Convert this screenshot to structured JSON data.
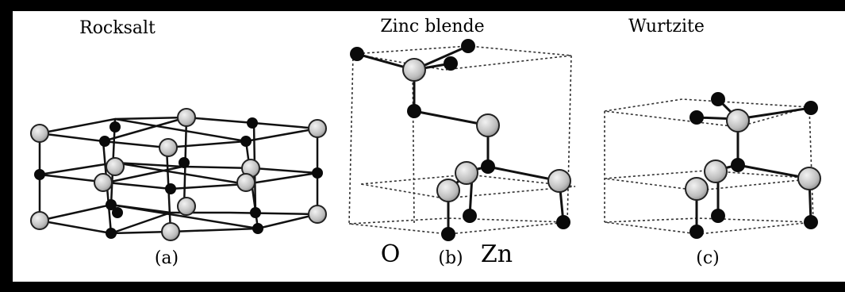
{
  "titles": {
    "rocksalt": "Rocksalt",
    "zinc_blende": "Zinc blende",
    "wurtzite": "Wurtzite"
  },
  "captions": {
    "a": "(a)",
    "b": "(b)",
    "c": "(c)"
  },
  "atom_labels": {
    "oxygen": "O",
    "zinc": "Zn"
  },
  "colors": {
    "border": "#000000",
    "bond": "#111111",
    "small_atom": "#0a0a0a",
    "large_atom_fill": "#cfcfcf",
    "large_atom_stroke": "#222222"
  }
}
